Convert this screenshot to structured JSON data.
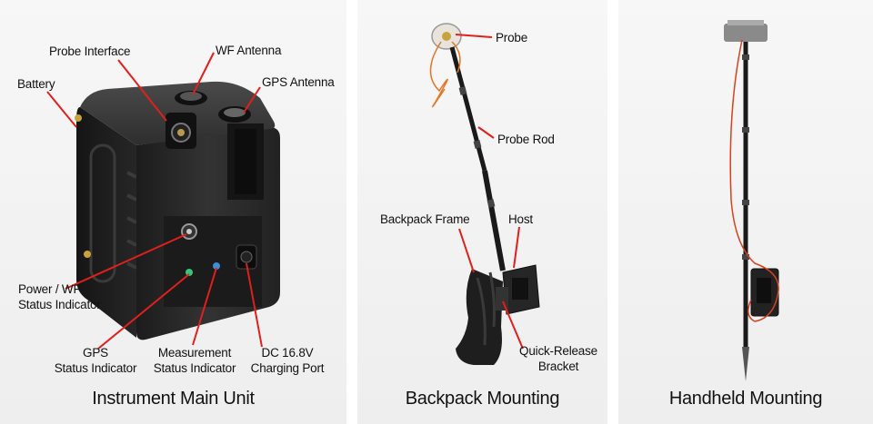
{
  "panels": [
    {
      "caption": "Instrument Main Unit",
      "labels": {
        "probe_interface": "Probe Interface",
        "wf_antenna": "WF Antenna",
        "battery": "Battery",
        "gps_antenna": "GPS Antenna",
        "power_wf_status": [
          "Power / WF",
          "Status Indicator"
        ],
        "gps_status": [
          "GPS",
          "Status Indicator"
        ],
        "measurement_status": [
          "Measurement",
          "Status Indicator"
        ],
        "dc_port": [
          "DC 16.8V",
          "Charging Port"
        ]
      }
    },
    {
      "caption": "Backpack Mounting",
      "labels": {
        "probe": "Probe",
        "probe_rod": "Probe Rod",
        "backpack_frame": "Backpack Frame",
        "host": "Host",
        "quick_release": [
          "Quick-Release",
          "Bracket"
        ]
      }
    },
    {
      "caption": "Handheld Mounting"
    }
  ],
  "colors": {
    "leader_line": "#e0201c",
    "device_body": "#2a2a2a",
    "background": "#f2f2f2"
  }
}
